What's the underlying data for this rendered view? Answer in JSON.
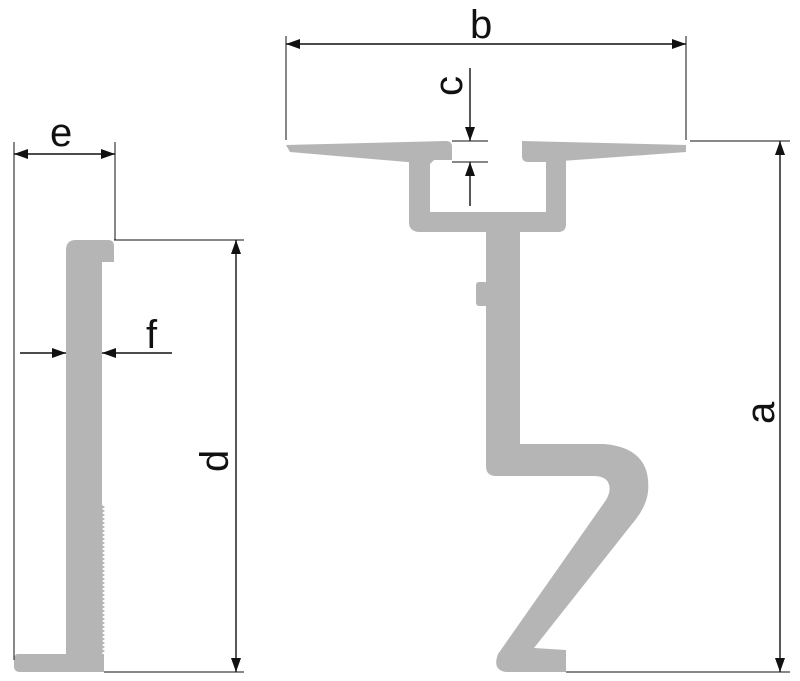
{
  "labels": {
    "a": "a",
    "b": "b",
    "c": "c",
    "d": "d",
    "e": "e",
    "f": "f"
  },
  "colors": {
    "profile": "#b5b5b5",
    "line": "#111111",
    "background": "#ffffff"
  }
}
